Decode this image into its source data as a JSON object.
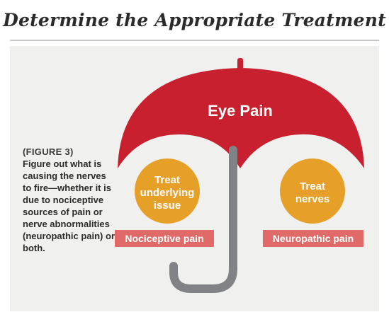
{
  "header": {
    "title": "Determine the Appropriate Treatment"
  },
  "caption": {
    "figure_label": "(FIGURE 3)",
    "text": "Figure out what is causing the nerves to fire—whether it is due to nociceptive sources of pain or nerve abnormalities (neuropathic pain) or both."
  },
  "diagram": {
    "umbrella_label": "Eye Pain",
    "left_circle": [
      "Treat",
      "underlying",
      "issue"
    ],
    "right_circle": [
      "Treat",
      "nerves"
    ],
    "left_badge": "Nociceptive pain",
    "right_badge": "Neuropathic pain"
  },
  "colors": {
    "umbrella_red": "#c8202f",
    "circle_orange": "#e6a028",
    "badge_salmon": "#e06a67",
    "handle_gray": "#808286"
  }
}
